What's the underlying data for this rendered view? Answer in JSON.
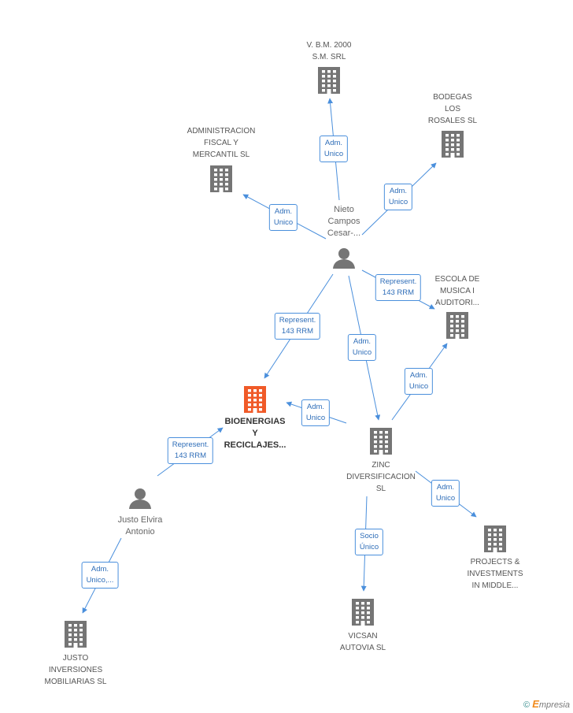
{
  "colors": {
    "edge": "#4a8fdc",
    "node_gray": "#757575",
    "node_main": "#f05a28"
  },
  "nodes": [
    {
      "id": "vbm",
      "type": "company",
      "label": "V. B.M. 2000\nS.M. SRL"
    },
    {
      "id": "bodegas",
      "type": "company",
      "label": "BODEGAS\nLOS\nROSALES SL"
    },
    {
      "id": "admin",
      "type": "company",
      "label": "ADMINISTRACION\nFISCAL Y\nMERCANTIL SL"
    },
    {
      "id": "nieto",
      "type": "person",
      "label": "Nieto\nCampos\nCesar-..."
    },
    {
      "id": "escola",
      "type": "company",
      "label": "ESCOLA DE\nMUSICA I\nAUDITORI..."
    },
    {
      "id": "bioenergias",
      "type": "company_main",
      "label": "BIOENERGIAS\nY\nRECICLAJES..."
    },
    {
      "id": "zinc",
      "type": "company",
      "label": "ZINC\nDIVERSIFICACION\nSL"
    },
    {
      "id": "justo_elvira",
      "type": "person",
      "label": "Justo Elvira\nAntonio"
    },
    {
      "id": "projects",
      "type": "company",
      "label": "PROJECTS &\nINVESTMENTS\nIN MIDDLE..."
    },
    {
      "id": "justo_inv",
      "type": "company",
      "label": "JUSTO\nINVERSIONES\nMOBILIARIAS SL"
    },
    {
      "id": "vicsan",
      "type": "company",
      "label": "VICSAN\nAUTOVIA SL"
    }
  ],
  "edges": [
    {
      "from": "nieto",
      "to": "vbm",
      "label": "Adm.\nUnico"
    },
    {
      "from": "nieto",
      "to": "bodegas",
      "label": "Adm.\nUnico"
    },
    {
      "from": "nieto",
      "to": "admin",
      "label": "Adm.\nUnico"
    },
    {
      "from": "nieto",
      "to": "escola",
      "label": "Represent.\n143 RRM"
    },
    {
      "from": "nieto",
      "to": "bioenergias",
      "label": "Represent.\n143 RRM"
    },
    {
      "from": "nieto",
      "to": "zinc",
      "label": "Adm.\nUnico"
    },
    {
      "from": "zinc",
      "to": "escola",
      "label": "Adm.\nUnico"
    },
    {
      "from": "zinc",
      "to": "bioenergias",
      "label": "Adm.\nUnico"
    },
    {
      "from": "justo_elvira",
      "to": "bioenergias",
      "label": "Represent.\n143 RRM"
    },
    {
      "from": "zinc",
      "to": "projects",
      "label": "Adm.\nUnico"
    },
    {
      "from": "zinc",
      "to": "vicsan",
      "label": "Socio\nÚnico"
    },
    {
      "from": "justo_elvira",
      "to": "justo_inv",
      "label": "Adm.\nUnico,..."
    }
  ],
  "footer": {
    "copyright": "©",
    "brand_first": "E",
    "brand_rest": "mpresia"
  }
}
